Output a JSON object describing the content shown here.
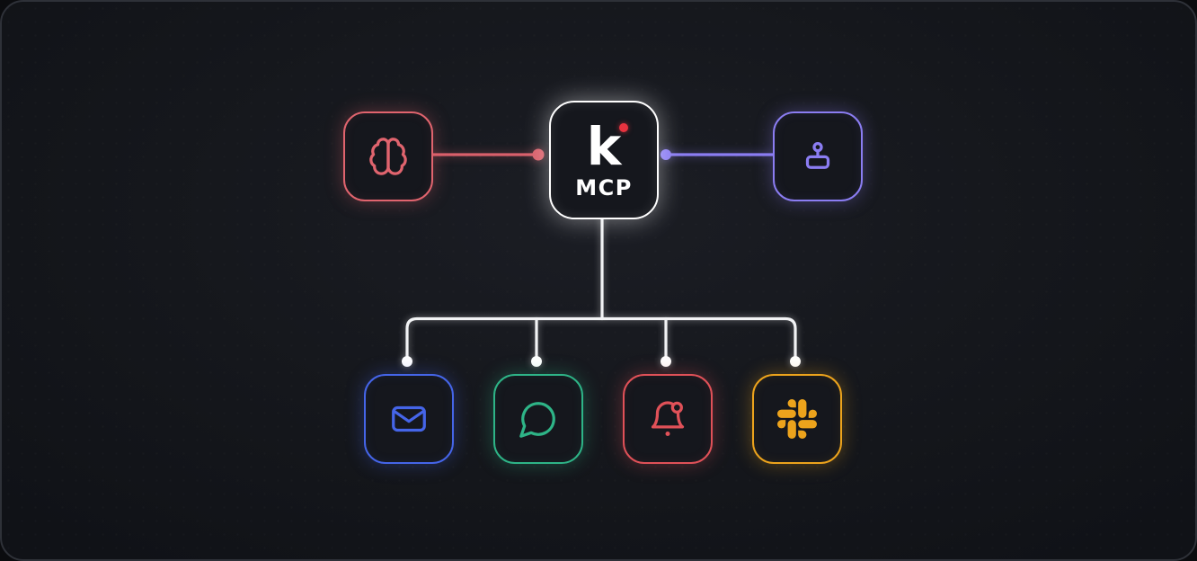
{
  "canvas": {
    "background": "#15171c",
    "frame_border": "#2e3138"
  },
  "center_node": {
    "logo_letter": "k",
    "label": "MCP",
    "accent": "#ffffff",
    "logo_dot_color": "#e8333f"
  },
  "input_nodes": [
    {
      "id": "brain",
      "icon": "brain-icon",
      "accent": "#e0646e"
    },
    {
      "id": "controller",
      "icon": "joystick-icon",
      "accent": "#8b7df2"
    }
  ],
  "output_nodes": [
    {
      "id": "email",
      "icon": "mail-icon",
      "accent": "#4565e8"
    },
    {
      "id": "chat",
      "icon": "message-bubble-icon",
      "accent": "#2eb487"
    },
    {
      "id": "notifications",
      "icon": "bell-notification-icon",
      "accent": "#e05158"
    },
    {
      "id": "slack",
      "icon": "slack-icon",
      "accent": "#eca31c"
    }
  ],
  "connectors": {
    "brain_line_color": "#d9606b",
    "controller_line_color": "#8b7df2",
    "tree_color": "#f2f3f5",
    "node_dot_color": "#ffffff"
  }
}
